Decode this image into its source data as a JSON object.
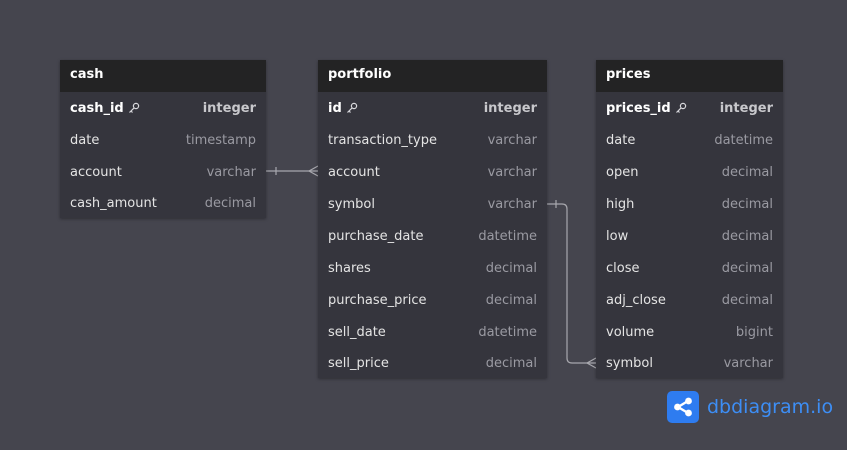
{
  "tables": {
    "cash": {
      "name": "cash",
      "columns": [
        {
          "name": "cash_id",
          "type": "integer",
          "pk": true
        },
        {
          "name": "date",
          "type": "timestamp"
        },
        {
          "name": "account",
          "type": "varchar"
        },
        {
          "name": "cash_amount",
          "type": "decimal"
        }
      ]
    },
    "portfolio": {
      "name": "portfolio",
      "columns": [
        {
          "name": "id",
          "type": "integer",
          "pk": true
        },
        {
          "name": "transaction_type",
          "type": "varchar"
        },
        {
          "name": "account",
          "type": "varchar"
        },
        {
          "name": "symbol",
          "type": "varchar"
        },
        {
          "name": "purchase_date",
          "type": "datetime"
        },
        {
          "name": "shares",
          "type": "decimal"
        },
        {
          "name": "purchase_price",
          "type": "decimal"
        },
        {
          "name": "sell_date",
          "type": "datetime"
        },
        {
          "name": "sell_price",
          "type": "decimal"
        }
      ]
    },
    "prices": {
      "name": "prices",
      "columns": [
        {
          "name": "prices_id",
          "type": "integer",
          "pk": true
        },
        {
          "name": "date",
          "type": "datetime"
        },
        {
          "name": "open",
          "type": "decimal"
        },
        {
          "name": "high",
          "type": "decimal"
        },
        {
          "name": "low",
          "type": "decimal"
        },
        {
          "name": "close",
          "type": "decimal"
        },
        {
          "name": "adj_close",
          "type": "decimal"
        },
        {
          "name": "volume",
          "type": "bigint"
        },
        {
          "name": "symbol",
          "type": "varchar"
        }
      ]
    }
  },
  "relationships": [
    {
      "from": "cash.account",
      "to": "portfolio.account",
      "from_end": "one",
      "to_end": "many"
    },
    {
      "from": "portfolio.symbol",
      "to": "prices.symbol",
      "from_end": "one",
      "to_end": "many"
    }
  ],
  "brand": {
    "text": "dbdiagram.io",
    "icon": "share-nodes-icon",
    "color": "#2e7cf0"
  },
  "colors": {
    "canvas": "#45454e",
    "header": "#232324",
    "body": "#35353d",
    "connector": "#a8a8ae"
  }
}
